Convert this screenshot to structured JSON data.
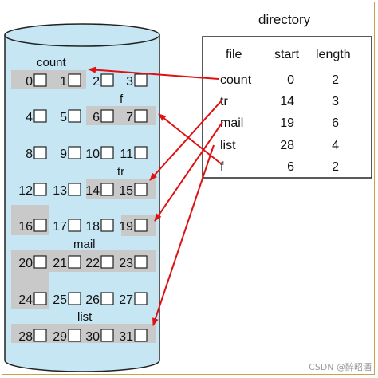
{
  "directory": {
    "title": "directory",
    "headers": [
      "file",
      "start",
      "length"
    ],
    "rows": [
      {
        "file": "count",
        "start": "0",
        "length": "2"
      },
      {
        "file": "tr",
        "start": "14",
        "length": "3"
      },
      {
        "file": "mail",
        "start": "19",
        "length": "6"
      },
      {
        "file": "list",
        "start": "28",
        "length": "4"
      },
      {
        "file": "f",
        "start": "6",
        "length": "2"
      }
    ]
  },
  "disk": {
    "blocks": [
      "0",
      "1",
      "2",
      "3",
      "4",
      "5",
      "6",
      "7",
      "8",
      "9",
      "10",
      "11",
      "12",
      "13",
      "14",
      "15",
      "16",
      "17",
      "18",
      "19",
      "20",
      "21",
      "22",
      "23",
      "24",
      "25",
      "26",
      "27",
      "28",
      "29",
      "30",
      "31"
    ],
    "file_labels": [
      "count",
      "f",
      "tr",
      "mail",
      "list"
    ]
  },
  "watermark": "CSDN @醉昭酒"
}
